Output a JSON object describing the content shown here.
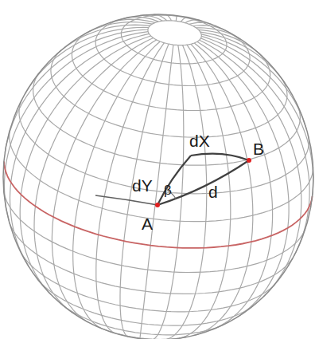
{
  "diagram": {
    "labels": [
      "dX",
      "dY",
      "β",
      "d",
      "A",
      "B"
    ]
  }
}
